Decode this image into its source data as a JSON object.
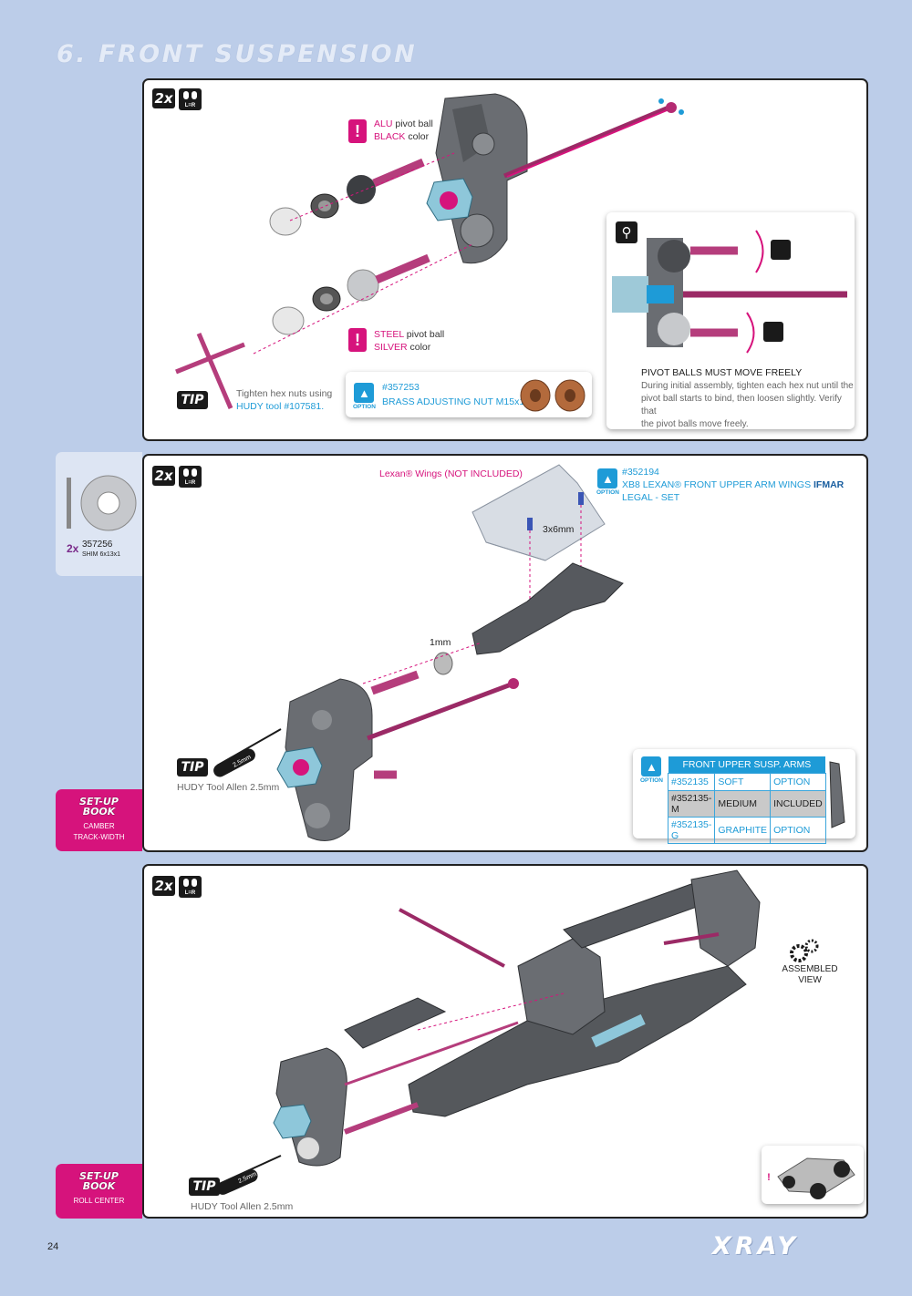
{
  "page_title": "6. FRONT SUSPENSION",
  "page_number": "24",
  "brand": "XRAY",
  "step1": {
    "badge_count": "2x",
    "badge_lr": "L=R",
    "alu_line1": "ALU",
    "alu_line1b": "pivot ball",
    "alu_line2": "BLACK",
    "alu_line2b": "color",
    "steel_line1": "STEEL",
    "steel_line1b": "pivot ball",
    "steel_line2": "SILVER",
    "steel_line2b": "color",
    "tip_label": "TIP",
    "tip_text1": "Tighten hex nuts using",
    "tip_text2": "HUDY tool #107581.",
    "option_code": "#357253",
    "option_name": "BRASS ADJUSTING NUT M15x1",
    "option_label": "OPTION",
    "pivot_heading": "PIVOT BALLS MUST MOVE FREELY",
    "pivot_text1": "During initial assembly, tighten each hex nut until the",
    "pivot_text2": "pivot ball starts to bind, then loosen slightly.  Verify that",
    "pivot_text3": "the pivot balls move freely.",
    "hudy_word": "HUDY"
  },
  "step2": {
    "badge_count": "2x",
    "badge_lr": "L=R",
    "lexan_label": "Lexan® Wings (NOT INCLUDED)",
    "option_code": "#352194",
    "option_name_a": "XB8 LEXAN® FRONT UPPER ARM WINGS ",
    "option_name_b": "IFMAR",
    "option_name_c": " LEGAL - SET",
    "option_label": "OPTION",
    "screw_label": "3x6mm",
    "shim_label": "1mm",
    "tip_label": "TIP",
    "tool_size": "2.5mm",
    "tool_text": "HUDY Tool Allen 2.5mm",
    "table": {
      "header": "FRONT UPPER SUSP. ARMS",
      "rows": [
        [
          "#352135",
          "SOFT",
          "OPTION"
        ],
        [
          "#352135-M",
          "MEDIUM",
          "INCLUDED"
        ],
        [
          "#352135-G",
          "GRAPHITE",
          "OPTION"
        ]
      ]
    }
  },
  "side_part": {
    "qty": "2x",
    "code": "357256",
    "name": "SHIM 6x13x1"
  },
  "setup1": {
    "title1": "SET-UP",
    "title2": "BOOK",
    "line1": "CAMBER",
    "line2": "TRACK-WIDTH"
  },
  "setup2": {
    "title1": "SET-UP",
    "title2": "BOOK",
    "line1": "ROLL CENTER"
  },
  "step3": {
    "badge_count": "2x",
    "badge_lr": "L=R",
    "assembled_line1": "ASSEMBLED",
    "assembled_line2": "VIEW",
    "tip_label": "TIP",
    "tool_size": "2.5mm",
    "tool_text": "HUDY Tool Allen 2.5mm"
  },
  "colors": {
    "magenta": "#d6137c",
    "cyan": "#1e9bd7",
    "background": "#bccde9"
  }
}
